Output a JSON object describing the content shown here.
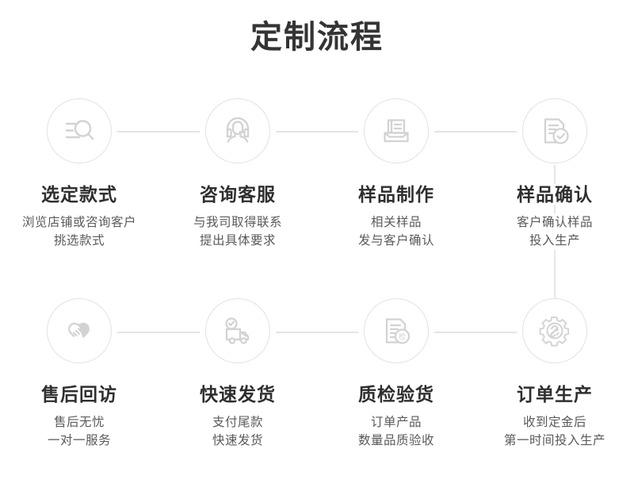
{
  "header": {
    "title": "定制流程"
  },
  "theme": {
    "title_color": "#343434",
    "step_title_color": "#2f2f2f",
    "desc_color": "#5a5a5a",
    "circle_border_color": "#e2e2e2",
    "connector_color": "#dcdcdc",
    "icon_color": "#d2d2d2",
    "background": "#ffffff"
  },
  "flow": {
    "rows": [
      {
        "steps": [
          {
            "icon": "search-list-icon",
            "title": "选定款式",
            "desc_lines": [
              "浏览店铺或咨询客户",
              "挑选款式"
            ]
          },
          {
            "icon": "headset-support-icon",
            "title": "咨询客服",
            "desc_lines": [
              "与我司取得联系",
              "提出具体要求"
            ]
          },
          {
            "icon": "sample-document-tray-icon",
            "title": "样品制作",
            "desc_lines": [
              "相关样品",
              "发与客户确认"
            ]
          },
          {
            "icon": "document-check-icon",
            "title": "样品确认",
            "desc_lines": [
              "客户确认样品",
              "投入生产"
            ]
          }
        ]
      },
      {
        "steps": [
          {
            "icon": "handshake-icon",
            "title": "售后回访",
            "desc_lines": [
              "售后无忧",
              "一对一服务"
            ]
          },
          {
            "icon": "delivery-truck-icon",
            "title": "快速发货",
            "desc_lines": [
              "支付尾款",
              "快速发货"
            ]
          },
          {
            "icon": "inspection-document-icon",
            "title": "质检验货",
            "desc_lines": [
              "订单产品",
              "数量品质验收"
            ]
          },
          {
            "icon": "gear-production-icon",
            "title": "订单生产",
            "desc_lines": [
              "收到定金后",
              "第一时间投入生产"
            ]
          }
        ]
      }
    ]
  }
}
